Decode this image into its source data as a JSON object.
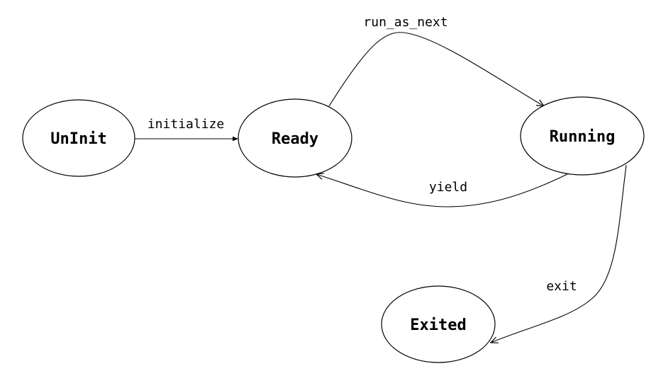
{
  "diagram": {
    "states": {
      "uninit": "UnInit",
      "ready": "Ready",
      "running": "Running",
      "exited": "Exited"
    },
    "transitions": {
      "initialize": "initialize",
      "run_as_next": "run_as_next",
      "yield": "yield",
      "exit": "exit"
    }
  },
  "colors": {
    "stroke": "#000000",
    "background": "#ffffff"
  }
}
